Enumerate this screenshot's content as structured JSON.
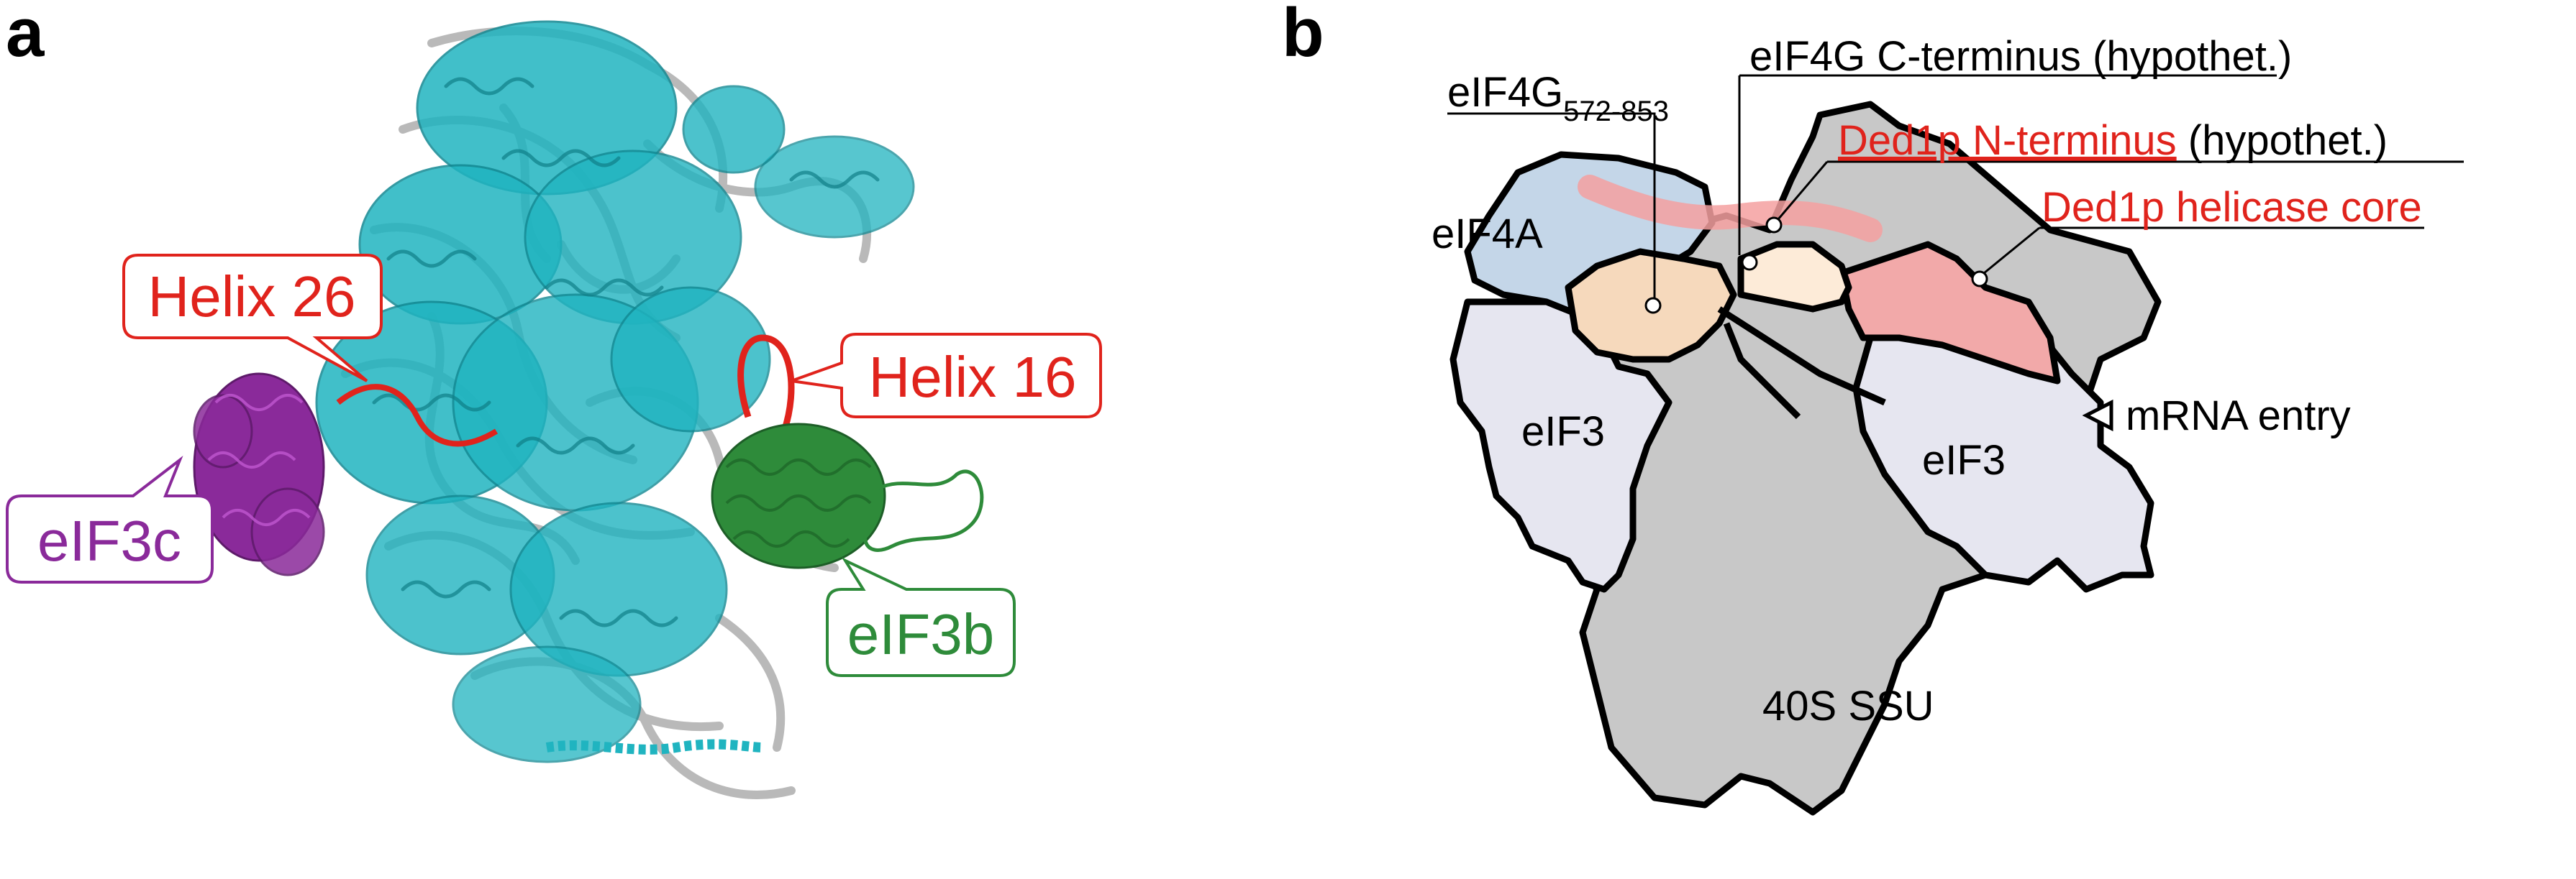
{
  "panel_a": {
    "letter": "a",
    "callouts": {
      "helix26": "Helix 26",
      "helix16": "Helix 16",
      "eif3c": "eIF3c",
      "eif3b": "eIF3b"
    }
  },
  "panel_b": {
    "letter": "b",
    "labels": {
      "eif4g_base": "eIF4G",
      "eif4g_sub": "572-853",
      "eif4g_cterm": "eIF4G C-terminus (hypothet.)",
      "ded1p_nterm": "Ded1p N-terminus",
      "ded1p_nterm_suffix": " (hypothet.)",
      "ded1p_core": "Ded1p helicase core",
      "eif4a": "eIF4A",
      "eif3_left": "eIF3",
      "eif3_right": "eIF3",
      "mrna_entry": "mRNA entry",
      "ssu": "40S SSU"
    }
  },
  "colors": {
    "cyan_protein": "#20b4c0",
    "rrna_gray": "#b8b8b8",
    "helix_red": "#e0231c",
    "eif3c_purple": "#8a2a9a",
    "eif3b_green": "#2e8b3a",
    "ssu_gray": "#c8c8c8",
    "eif3_lavender": "#e6e6f0",
    "eif4a_blue": "#c4d6e8",
    "eif4g_peach": "#f6d9bc",
    "ded1p_pink": "#f2a9a9",
    "cterm_cream": "#fdebd8"
  }
}
